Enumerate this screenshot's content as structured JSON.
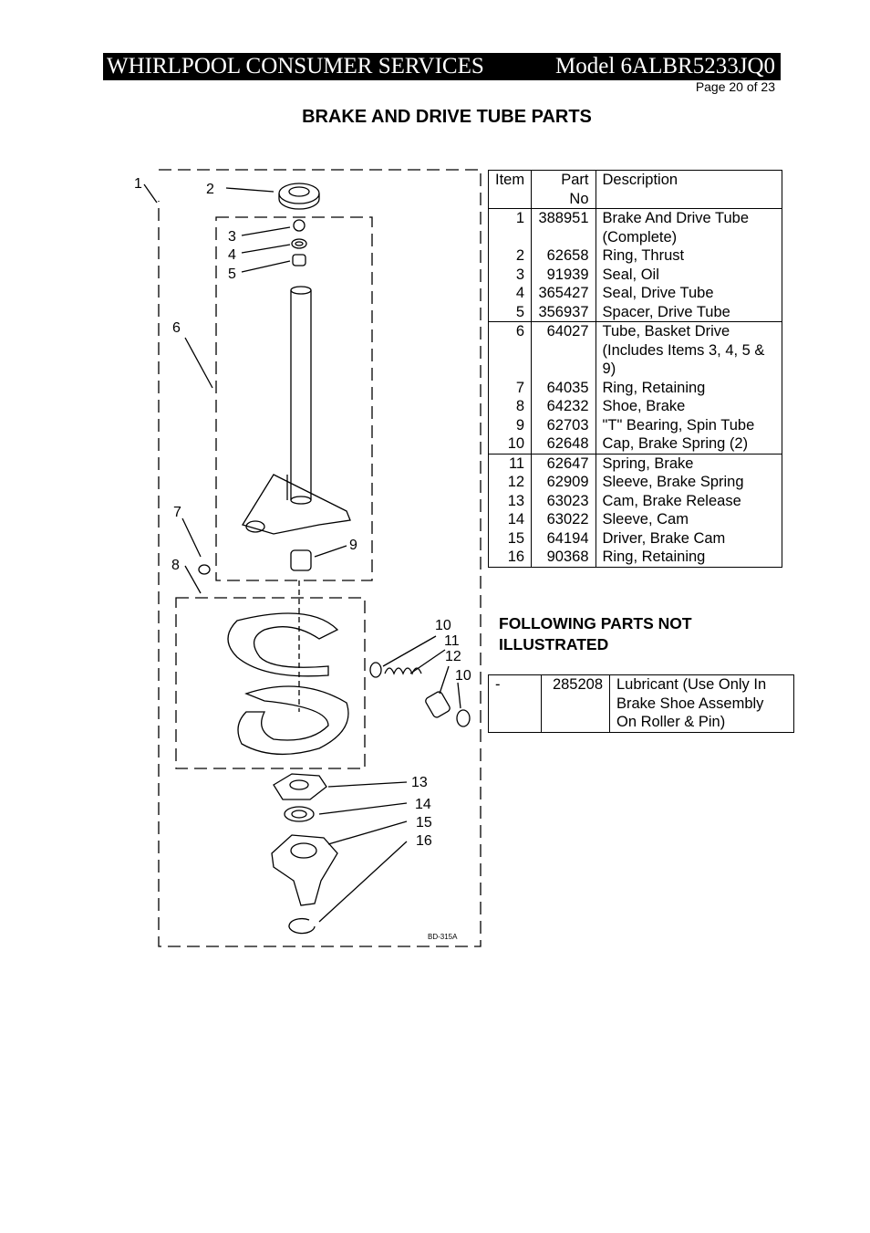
{
  "header": {
    "left": "WHIRLPOOL CONSUMER SERVICES",
    "right": "Model 6ALBR5233JQ0"
  },
  "page_number": "Page 20 of 23",
  "title": "BRAKE AND DRIVE TUBE PARTS",
  "diagram": {
    "code": "BD-315A",
    "callouts": [
      "1",
      "2",
      "3",
      "4",
      "5",
      "6",
      "7",
      "8",
      "9",
      "10",
      "11",
      "12",
      "10",
      "13",
      "14",
      "15",
      "16"
    ]
  },
  "parts_table": {
    "headers": [
      "Item",
      "Part No",
      "Description"
    ],
    "rows": [
      {
        "item": "1",
        "part": "388951",
        "desc": "Brake And Drive Tube (Complete)"
      },
      {
        "item": "2",
        "part": "62658",
        "desc": "Ring, Thrust"
      },
      {
        "item": "3",
        "part": "91939",
        "desc": "Seal, Oil"
      },
      {
        "item": "4",
        "part": "365427",
        "desc": "Seal, Drive Tube"
      },
      {
        "item": "5",
        "part": "356937",
        "desc": "Spacer, Drive Tube"
      },
      {
        "item": "6",
        "part": "64027",
        "desc": "Tube, Basket Drive (Includes Items 3, 4, 5 & 9)"
      },
      {
        "item": "7",
        "part": "64035",
        "desc": "Ring, Retaining"
      },
      {
        "item": "8",
        "part": "64232",
        "desc": "Shoe, Brake"
      },
      {
        "item": "9",
        "part": "62703",
        "desc": "\"T\" Bearing, Spin Tube"
      },
      {
        "item": "10",
        "part": "62648",
        "desc": "Cap, Brake Spring (2)"
      },
      {
        "item": "11",
        "part": "62647",
        "desc": "Spring, Brake"
      },
      {
        "item": "12",
        "part": "62909",
        "desc": "Sleeve, Brake Spring"
      },
      {
        "item": "13",
        "part": "63023",
        "desc": "Cam, Brake Release"
      },
      {
        "item": "14",
        "part": "63022",
        "desc": "Sleeve, Cam"
      },
      {
        "item": "15",
        "part": "64194",
        "desc": "Driver, Brake Cam"
      },
      {
        "item": "16",
        "part": "90368",
        "desc": "Ring, Retaining"
      }
    ]
  },
  "not_illustrated": {
    "heading": "FOLLOWING PARTS NOT ILLUSTRATED",
    "rows": [
      {
        "item": "-",
        "part": "285208",
        "desc": "Lubricant (Use Only In Brake Shoe Assembly On Roller & Pin)"
      }
    ]
  }
}
